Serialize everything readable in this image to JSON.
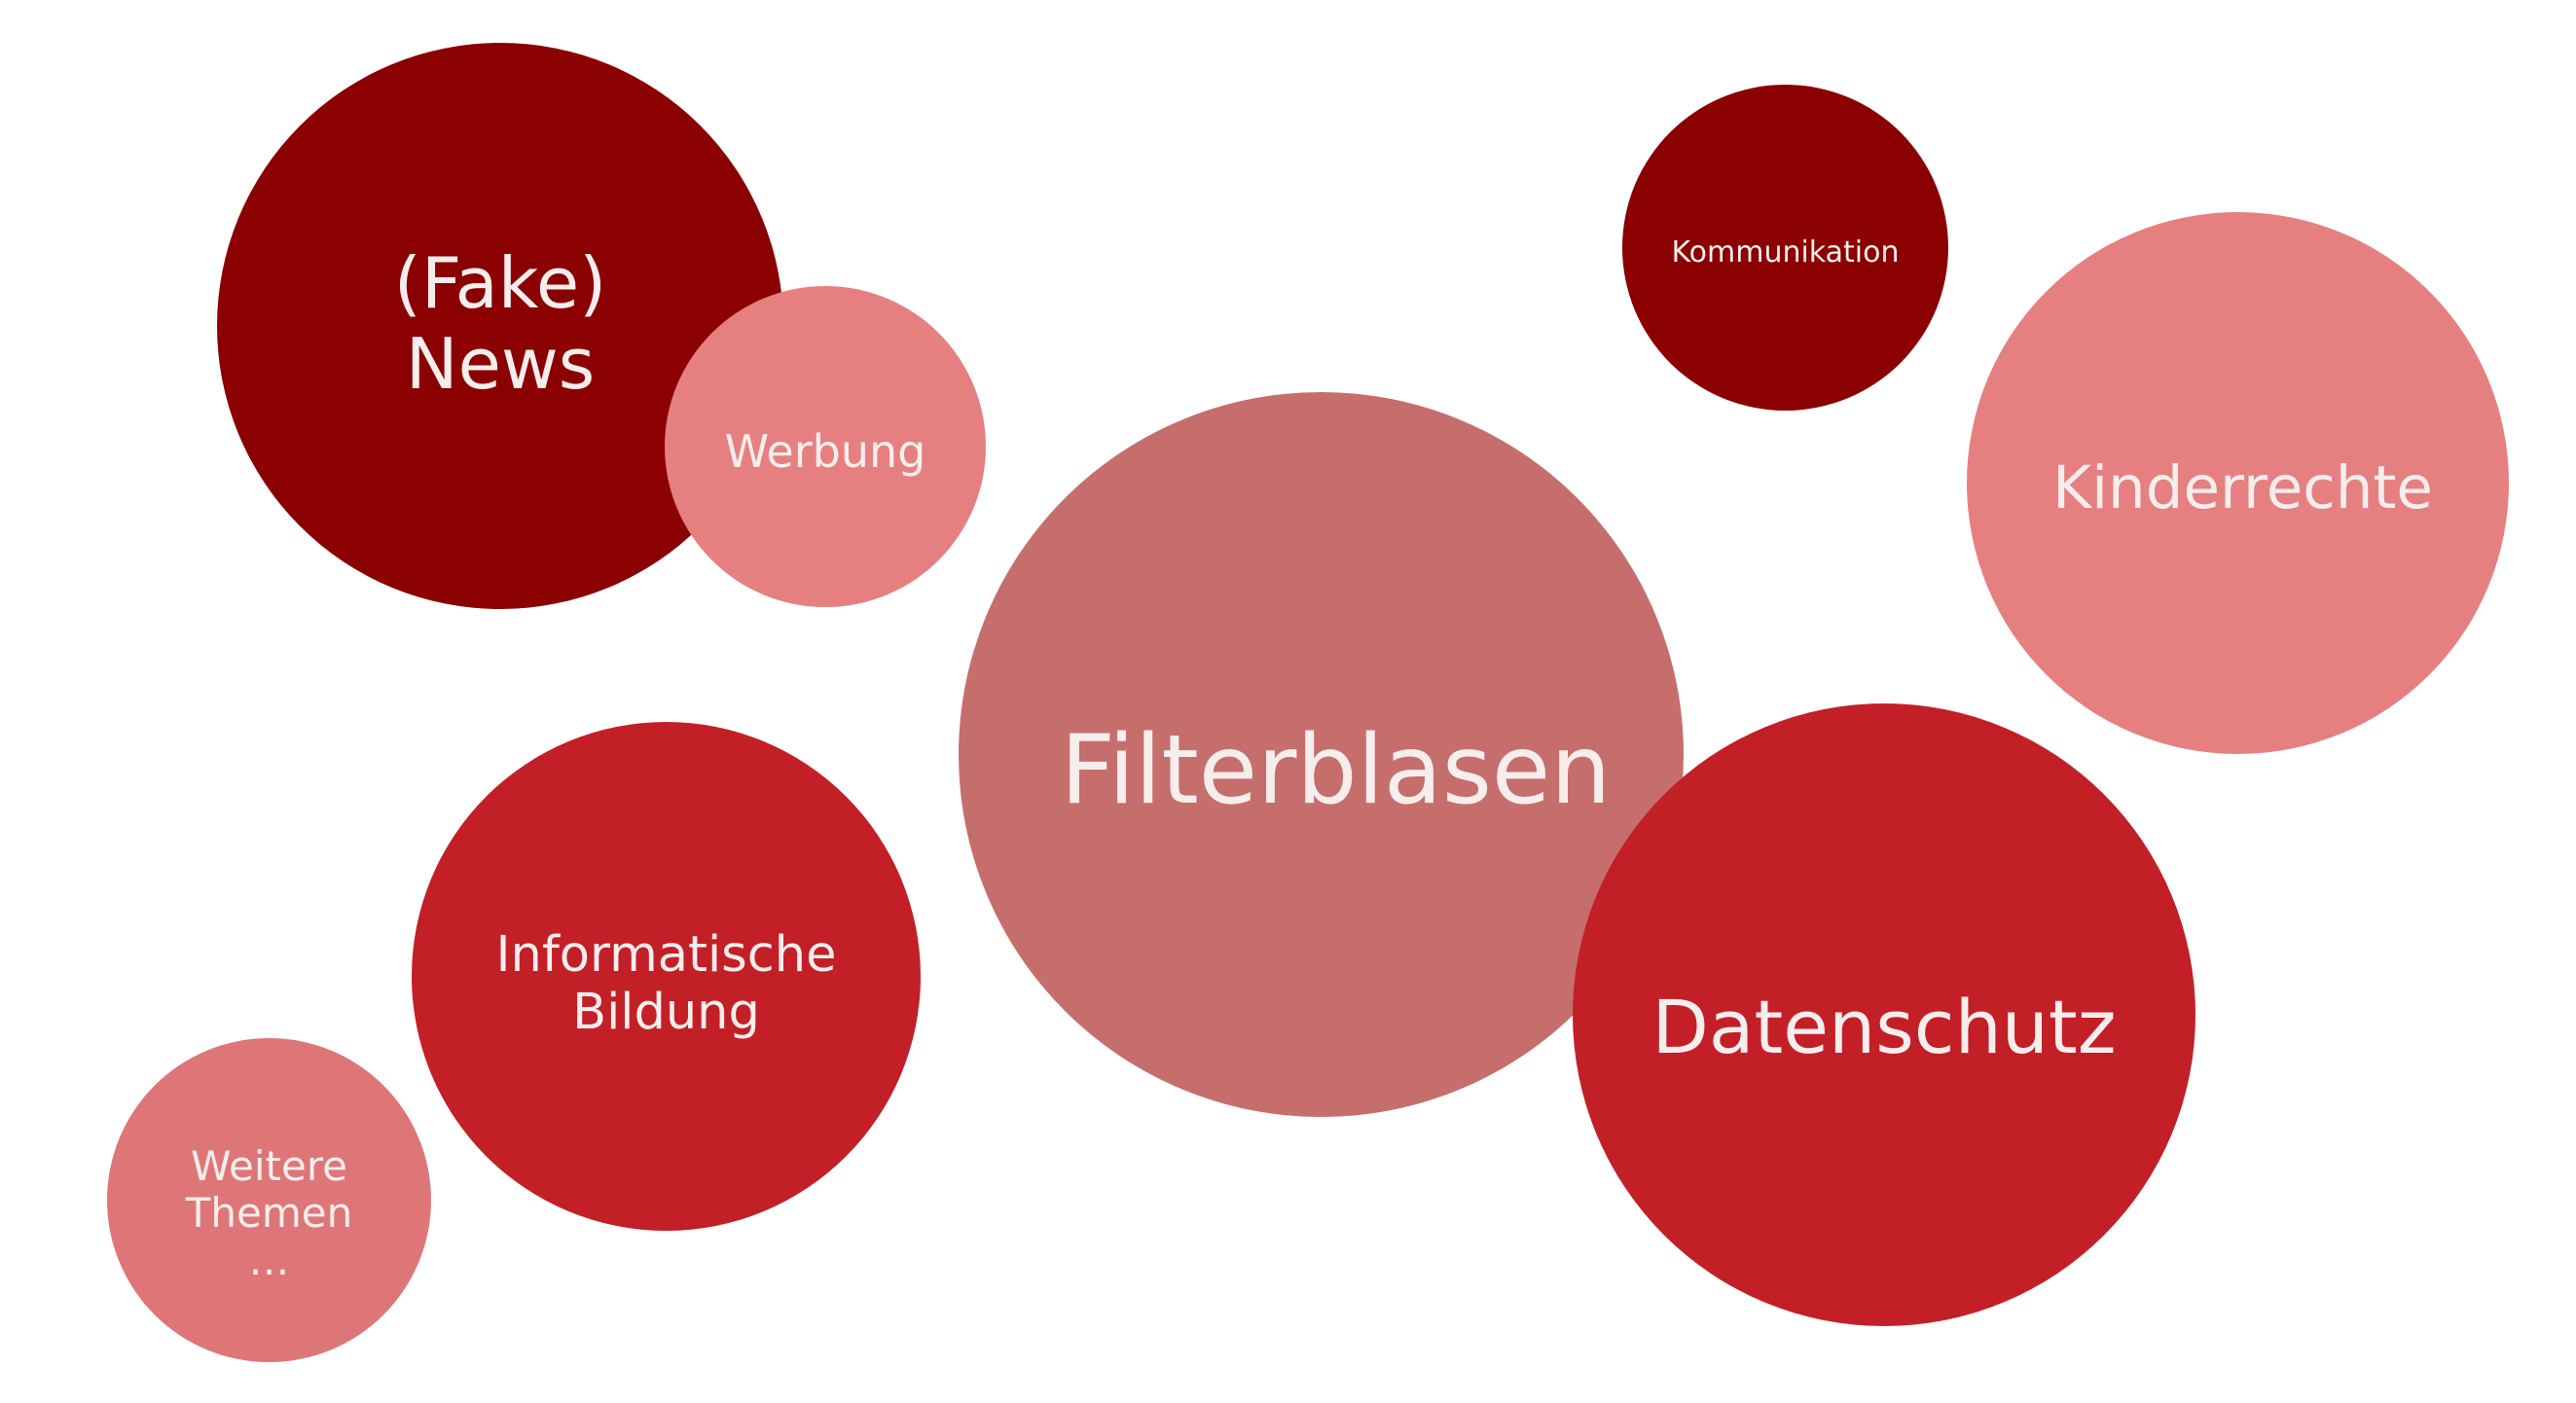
{
  "diagram": {
    "type": "bubble-cluster",
    "bubbles": [
      {
        "id": "fake-news",
        "label": "(Fake)\nNews",
        "color": "#8B0000"
      },
      {
        "id": "werbung",
        "label": "Werbung",
        "color": "#E68080"
      },
      {
        "id": "filterblasen",
        "label": "Filterblasen",
        "color": "#C66E6C"
      },
      {
        "id": "kommunikation",
        "label": "Kommunikation",
        "color": "#8B0000"
      },
      {
        "id": "kinderrechte",
        "label": "Kinderrechte",
        "color": "#E68080"
      },
      {
        "id": "datenschutz",
        "label": "Datenschutz",
        "color": "#C31F27"
      },
      {
        "id": "informatische-bildung",
        "label": "Informatische\nBildung",
        "color": "#C31F27"
      },
      {
        "id": "weitere-themen",
        "label": "Weitere\nThemen\n…",
        "color": "#DE7678"
      }
    ]
  }
}
